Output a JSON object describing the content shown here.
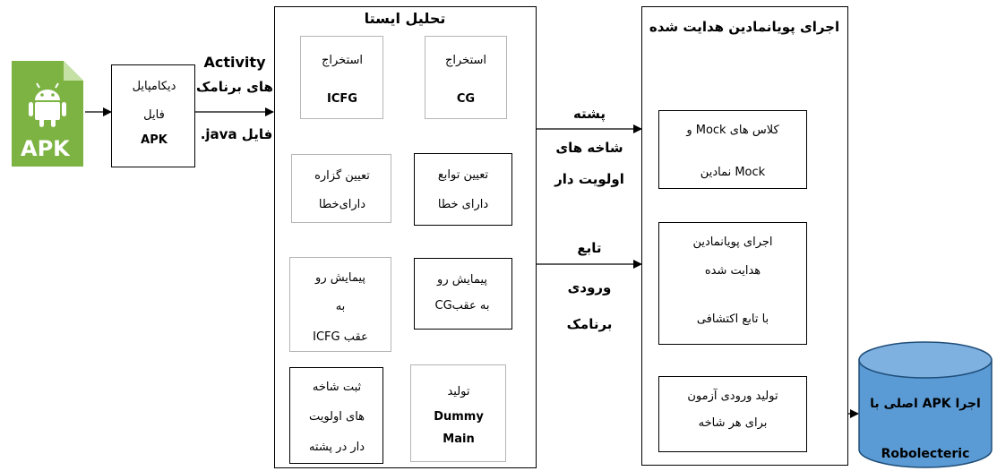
{
  "apk_icon": {
    "label": "APK",
    "color": "#7cb342",
    "icon": "android-icon"
  },
  "decompile": {
    "line1": "دیکامپایل",
    "line2": "فایل",
    "line3": "APK"
  },
  "arrow1_label": {
    "line1": "Activity",
    "line2": "های برنامک",
    "line3": "فایل java."
  },
  "static_analysis": {
    "title": "تحلیل ایستا",
    "extract_icfg": {
      "line1": "استخراج",
      "line2": "ICFG"
    },
    "extract_cg": {
      "line1": "استخراج",
      "line2": "CG"
    },
    "faulty_stmt": {
      "line1": "تعیین گزاره",
      "line2": "دارای‌خطا"
    },
    "faulty_func": {
      "line1": "تعیین توابع",
      "line2": "دارای خطا"
    },
    "icfg_back": {
      "line1": "پیمایش رو",
      "line2": "به",
      "line3": "عقب ICFG"
    },
    "cg_back": {
      "line1": "پیمایش رو",
      "line2": "به عقبCG"
    },
    "record_branch": {
      "line1": "ثبت شاخه",
      "line2": "های اولویت",
      "line3": "دار در پشته"
    },
    "dummy_main": {
      "line1": "تولید",
      "line2": "Dummy",
      "line3": "Main"
    }
  },
  "middle_labels": {
    "stack": {
      "line1": "پشته",
      "line2": "شاخه های",
      "line3": "اولویت دار"
    },
    "entry": {
      "line1": "تابع",
      "line2": "ورودی",
      "line3": "برنامک"
    }
  },
  "guided_execution": {
    "title": "اجرای پویانمادین هدایت شده",
    "mock": {
      "line1": "کلاس های  Mock و",
      "line2": "Mock نمادین"
    },
    "concolic": {
      "line1": "اجرای پویانمادین",
      "line2": "هدایت شده",
      "line3": "با تابع اکتشافی"
    },
    "test_gen": {
      "line1": "تولید ورودی آزمون",
      "line2": "برای هر شاخه"
    }
  },
  "robolectric": {
    "line1": "اجرا APK  اصلی با",
    "line2": "Robolecteric",
    "color": "#5b9bd5"
  }
}
